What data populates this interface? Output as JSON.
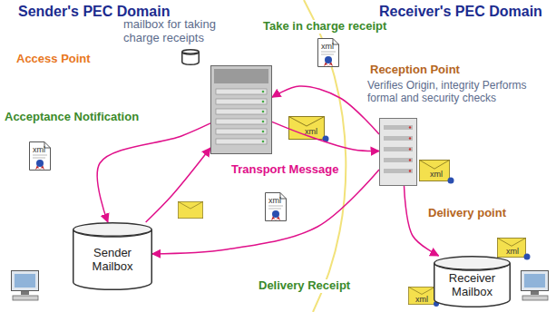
{
  "diagram": {
    "nodes": [
      {
        "text": [
          "Access Point"
        ]
      },
      {
        "text": [
          "mailbox for taking charge receipts"
        ]
      },
      {
        "text": [
          "Reception Point",
          "Verifies Origin, integrity Performs formal and security checks"
        ]
      },
      {
        "text": [
          "Sender Mailbox"
        ]
      },
      {
        "text": [
          "Receiver Mailbox"
        ]
      }
    ],
    "edges": [
      {
        "from": 3,
        "to": 0,
        "arrow": "to"
      },
      {
        "from": 0,
        "to": 3,
        "arrow": "to",
        "label": "Acceptance Notification"
      },
      {
        "from": 0,
        "to": 2,
        "arrow": "to",
        "label": "Transport Message"
      },
      {
        "from": 2,
        "to": 0,
        "arrow": "to",
        "label": "Take in charge receipt"
      },
      {
        "from": 2,
        "to": 4,
        "arrow": "to",
        "label": "Delivery point"
      },
      {
        "from": 2,
        "to": 3,
        "arrow": "to",
        "label": "Delivery Receipt"
      }
    ],
    "labels": [
      "Sender's PEC Domain",
      "Receiver's PEC Domain",
      "xml",
      "xml",
      "xml",
      "xml",
      "xml",
      "xml",
      "xml"
    ]
  }
}
